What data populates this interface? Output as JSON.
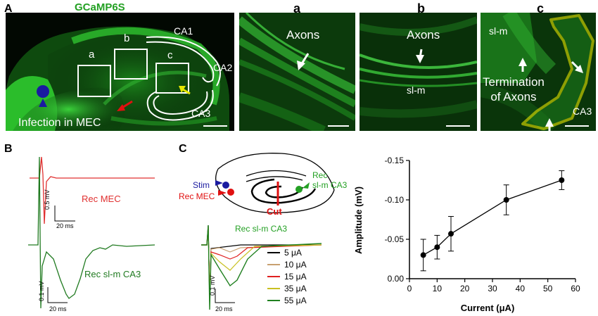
{
  "figure": {
    "panel_a": {
      "letter": "A",
      "title": "GCaMP6S",
      "box_labels": [
        "a",
        "b",
        "c"
      ],
      "region_labels": {
        "ca1": "CA1",
        "ca2": "CA2",
        "ca3": "CA3"
      },
      "infection_label": "Infection in MEC",
      "zoom_titles": [
        "a",
        "b",
        "c"
      ],
      "zoom_a_label": "Axons",
      "zoom_b_labels": {
        "axons": "Axons",
        "slm": "sl-m"
      },
      "zoom_c_labels": {
        "slm": "sl-m",
        "termination": "Termination\nof Axons",
        "ca3": "CA3"
      },
      "colors": {
        "gcamp": "#22b022",
        "outline_yellow": "#e6e600",
        "stim_blue": "#1a1aa0",
        "arrow_red": "#e01010"
      }
    },
    "panel_b": {
      "letter": "B",
      "trace1_label": "Rec MEC",
      "trace2_label": "Rec sl-m CA3",
      "scale1_v": "0.5 mV",
      "scale1_t": "20 ms",
      "scale2_v": "0.1 mV",
      "scale2_t": "20 ms",
      "colors": {
        "mec": "#e03030",
        "ca3": "#207a20"
      }
    },
    "panel_c": {
      "letter": "C",
      "schematic": {
        "stim": "Stim",
        "rec_mec": "Rec MEC",
        "rec_ca3": "Rec\nsl-m CA3",
        "cut": "Cut"
      },
      "traces_title": "Rec sl-m CA3",
      "scale_v": "0.1 mV",
      "scale_t": "20 ms",
      "legend": [
        {
          "label": "5 μA",
          "color": "#000000"
        },
        {
          "label": "10 μA",
          "color": "#c8a070"
        },
        {
          "label": "15 μA",
          "color": "#e02020"
        },
        {
          "label": "35 μA",
          "color": "#c8c020"
        },
        {
          "label": "55 μA",
          "color": "#208020"
        }
      ]
    }
  },
  "chart_data": {
    "type": "line",
    "xlabel": "Current (μA)",
    "ylabel": "Amplitude (mV)",
    "x": [
      5,
      10,
      15,
      35,
      55
    ],
    "series": [
      {
        "values": [
          -0.03,
          -0.04,
          -0.057,
          -0.1,
          -0.125
        ],
        "errors": [
          0.02,
          0.015,
          0.022,
          0.019,
          0.012
        ]
      }
    ],
    "xlim": [
      0,
      60
    ],
    "ylim": [
      0.0,
      -0.15
    ],
    "xticks": [
      0,
      10,
      20,
      30,
      40,
      50,
      60
    ],
    "yticks": [
      0.0,
      -0.05,
      -0.1,
      -0.15
    ],
    "ytick_labels": [
      "0.00",
      "-0.05",
      "-0.10",
      "-0.15"
    ],
    "grid": false,
    "y_axis_inverted": true
  }
}
